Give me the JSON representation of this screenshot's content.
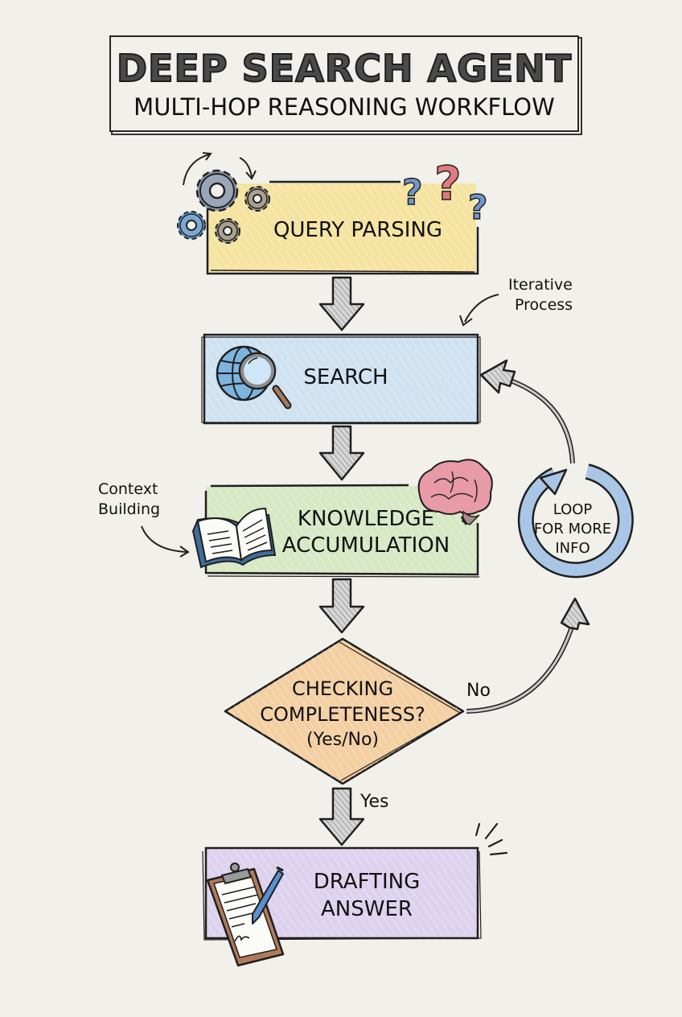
{
  "header": {
    "title": "DEEP SEARCH AGENT",
    "subtitle": "MULTI-HOP REASONING WORKFLOW"
  },
  "nodes": [
    {
      "id": "query-parsing",
      "label": "QUERY PARSING",
      "icon": "gears-icon",
      "icon2": "question-marks-icon",
      "color": "#f5e3a0"
    },
    {
      "id": "search",
      "label": "SEARCH",
      "icon": "globe-magnifier-icon",
      "color": "#cfe2f1"
    },
    {
      "id": "knowledge-accumulation",
      "label_line1": "KNOWLEDGE",
      "label_line2": "ACCUMULATION",
      "icon": "open-book-icon",
      "icon2": "brain-icon",
      "color": "#d6e8c4"
    },
    {
      "id": "checking-completeness",
      "label_line1": "CHECKING",
      "label_line2": "COMPLETENESS?",
      "label_line3": "(Yes/No)",
      "shape": "diamond",
      "color": "#f3cfa2"
    },
    {
      "id": "drafting-answer",
      "label_line1": "DRAFTING",
      "label_line2": "ANSWER",
      "icon": "clipboard-pen-icon",
      "color": "#ddd2ee"
    }
  ],
  "loop": {
    "label_line1": "LOOP",
    "label_line2": "FOR MORE",
    "label_line3": "INFO",
    "icon": "circular-arrow-icon",
    "color": "#a9c6e6"
  },
  "annotations": {
    "iterative_line1": "Iterative",
    "iterative_line2": "Process",
    "context_line1": "Context",
    "context_line2": "Building"
  },
  "edges": {
    "no_label": "No",
    "yes_label": "Yes"
  },
  "colors": {
    "paper": "#f2f0ea",
    "ink": "#1f1f1f",
    "arrow_fill": "#bdbdbd"
  }
}
